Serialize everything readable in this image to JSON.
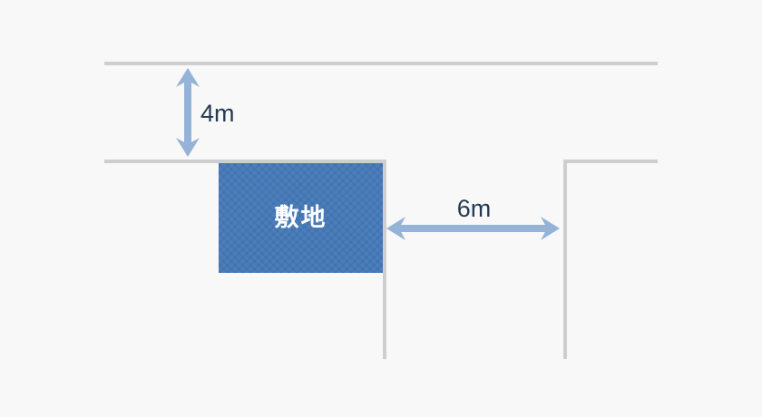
{
  "diagram": {
    "description": "Site setback diagram with road edges and dimension arrows",
    "labels": {
      "top_distance": "4m",
      "side_distance": "6m",
      "site": "敷地"
    },
    "dimensions": {
      "upper_road_width_m": 4,
      "side_road_width_m": 6
    },
    "colors": {
      "background": "#f8f8f8",
      "road_line": "#cecece",
      "arrow": "#95b3d7",
      "site_fill": "#4a7ebc",
      "dimension_text": "#253a52",
      "site_text": "#ffffff"
    }
  }
}
